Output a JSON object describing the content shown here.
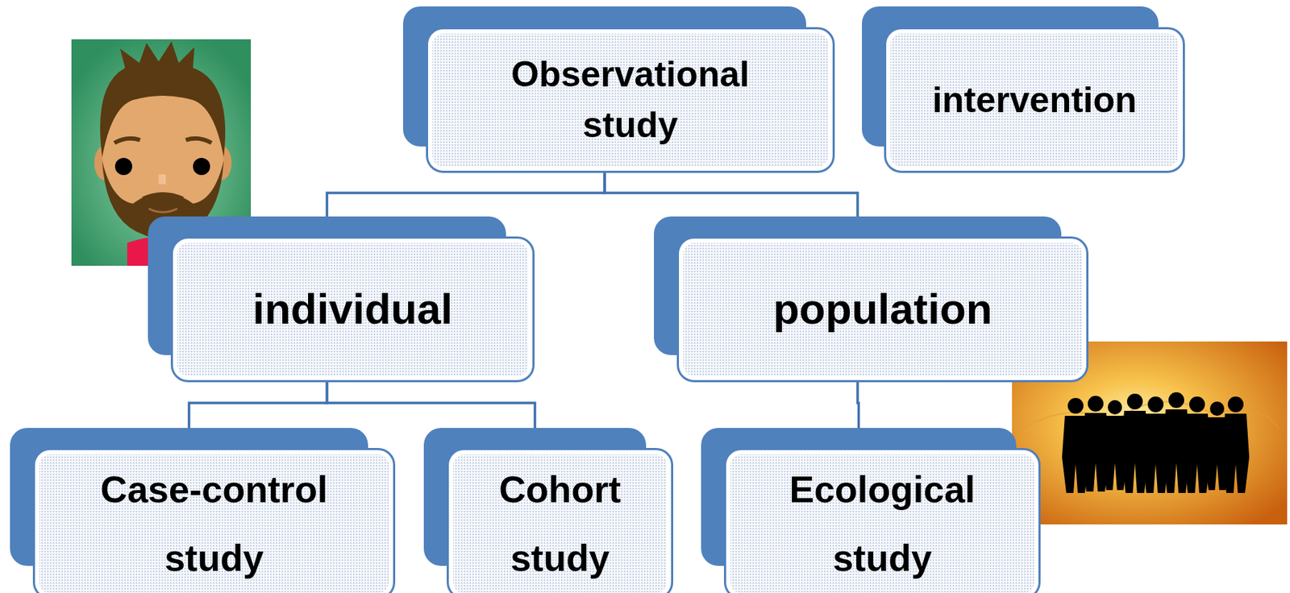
{
  "diagram": {
    "nodes": [
      {
        "text": [
          "Observational study"
        ]
      },
      {
        "text": [
          "intervention"
        ]
      },
      {
        "text": [
          "individual"
        ]
      },
      {
        "text": [
          "population"
        ]
      },
      {
        "text": [
          "Case-control study"
        ]
      },
      {
        "text": [
          "Cohort study"
        ]
      },
      {
        "text": [
          "Ecological study"
        ]
      }
    ],
    "edges": [
      {
        "from": 0,
        "to": 2,
        "arrow": "none"
      },
      {
        "from": 0,
        "to": 3,
        "arrow": "none"
      },
      {
        "from": 2,
        "to": 4,
        "arrow": "none"
      },
      {
        "from": 2,
        "to": 5,
        "arrow": "none"
      },
      {
        "from": 3,
        "to": 6,
        "arrow": "none"
      }
    ]
  }
}
